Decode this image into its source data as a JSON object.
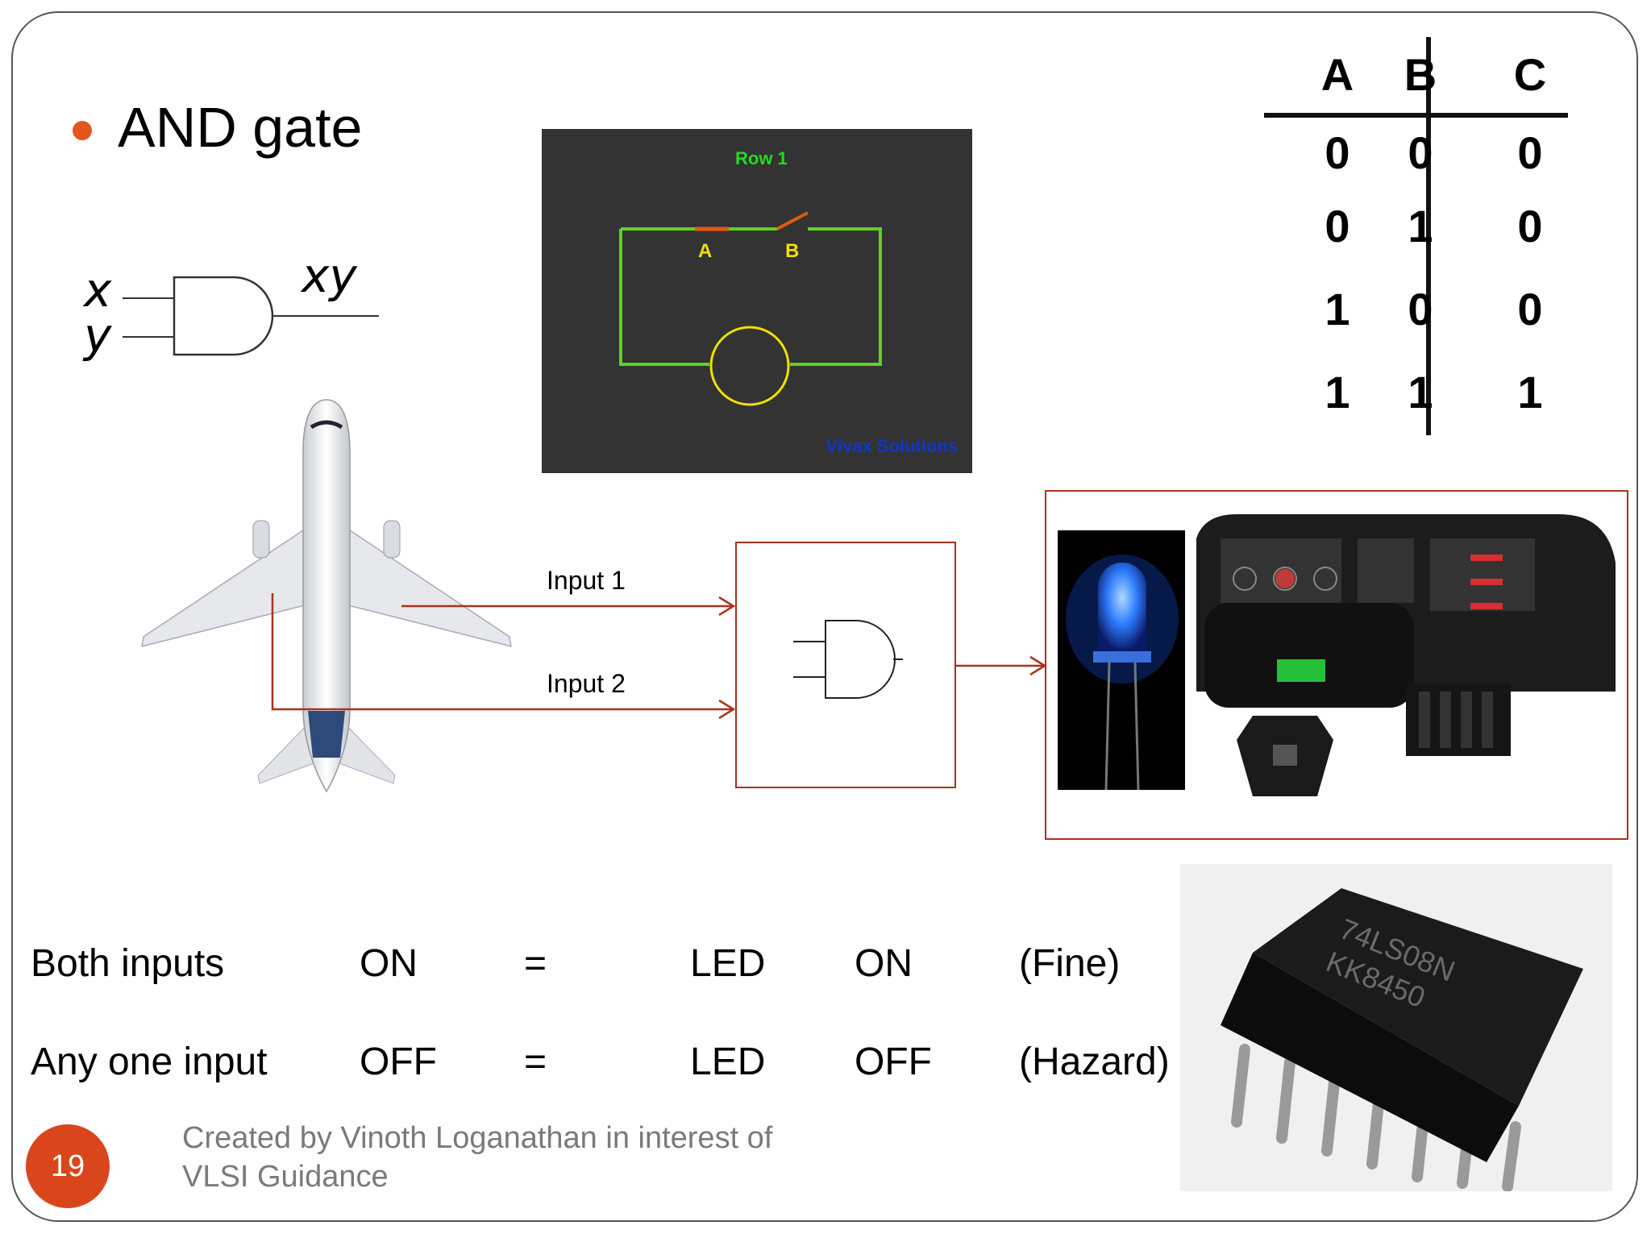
{
  "slide": {
    "title": "AND gate",
    "page_number": "19",
    "credit_line1": "Created by Vinoth Loganathan in interest of",
    "credit_line2": "VLSI Guidance"
  },
  "gate_symbol": {
    "input_x": "x",
    "input_y": "y",
    "output": "xy"
  },
  "truth_table": {
    "headers": [
      "A",
      "B",
      "C"
    ],
    "rows": [
      [
        "0",
        "0",
        "0"
      ],
      [
        "0",
        "1",
        "0"
      ],
      [
        "1",
        "0",
        "0"
      ],
      [
        "1",
        "1",
        "1"
      ]
    ]
  },
  "circuit_image": {
    "row_label": "Row 1",
    "switch_a": "A",
    "switch_b": "B",
    "watermark": "Vivax Solutions"
  },
  "diagram": {
    "input1": "Input 1",
    "input2": "Input 2"
  },
  "statements": [
    [
      "Both inputs",
      "ON",
      "=",
      "LED",
      "ON",
      "(Fine)"
    ],
    [
      "Any one input",
      "OFF",
      "=",
      "LED",
      "OFF",
      "(Hazard)"
    ]
  ],
  "chip_label_line1": "74LS08N",
  "chip_label_line2": "KK8450",
  "colors": {
    "accent": "#e0561e",
    "arrow": "#a8331a",
    "circuit_wire": "#5ed41e"
  }
}
